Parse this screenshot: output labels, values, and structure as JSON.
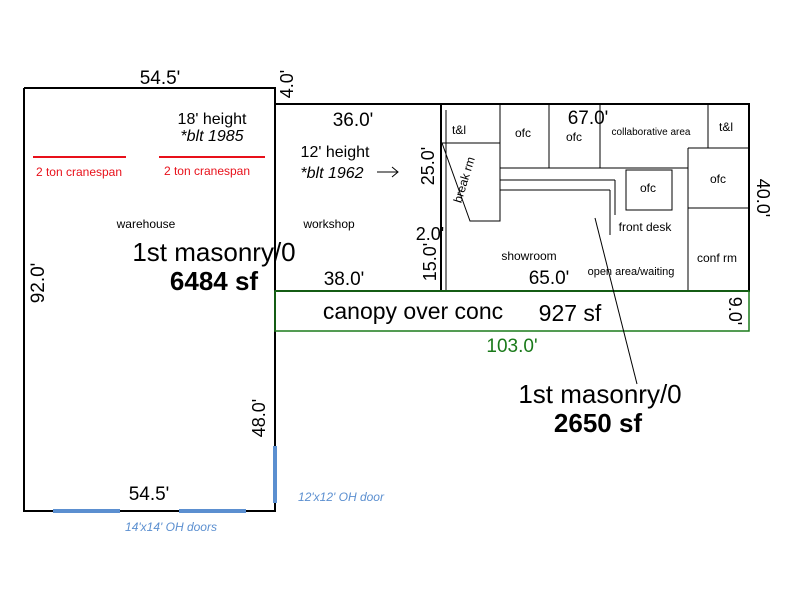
{
  "dimensions": {
    "top_width": "54.5'",
    "top_jog": "4.0'",
    "shop_width": "36.0'",
    "office_width": "67.0'",
    "right_depth": "40.0'",
    "shop_depth": "25.0'",
    "small_gap": "2.0'",
    "lower_depth": "15.0'",
    "lower_shop_width": "38.0'",
    "lower_office_width": "65.0'",
    "canopy_depth": "9.0'",
    "canopy_width": "103.0'",
    "left_depth": "92.0'",
    "lower_wh_depth": "48.0'",
    "bottom_width": "54.5'"
  },
  "annotations": {
    "wh_height": "18' height",
    "wh_built": "*blt 1985",
    "shop_height": "12' height",
    "shop_built": "*blt 1962",
    "crane_1": "2 ton cranespan",
    "crane_2": "2 ton cranespan"
  },
  "rooms": {
    "warehouse": "warehouse",
    "workshop": "workshop",
    "tl_1": "t&l",
    "ofc_1": "ofc",
    "ofc_2": "ofc",
    "collaborative": "collaborative area",
    "tl_2": "t&l",
    "break_rm": "break rm",
    "ofc_3": "ofc",
    "ofc_4": "ofc",
    "front_desk": "front desk",
    "showroom": "showroom",
    "open_area": "open area/waiting",
    "conf_rm": "conf rm"
  },
  "areas": {
    "area_1_type": "1st masonry/0",
    "area_1_sf": "6484 sf",
    "canopy_label": "canopy over conc",
    "canopy_sf": "927 sf",
    "area_2_type": "1st masonry/0",
    "area_2_sf": "2650 sf"
  },
  "doors": {
    "oh_door_small": "12'x12' OH door",
    "oh_doors_large": "14'x14' OH doors"
  },
  "colors": {
    "walls": "#000000",
    "crane": "#e8101a",
    "canopy": "#1a7a1a",
    "door": "#5b8fd0",
    "door_label": "#5b8fd0"
  }
}
